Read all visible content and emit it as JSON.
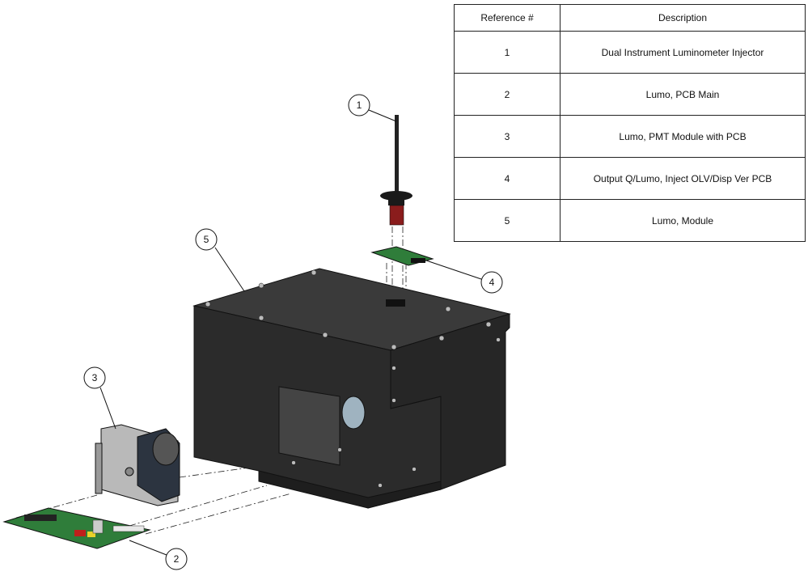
{
  "parts_table": {
    "headers": [
      "Reference #",
      "Description"
    ],
    "rows": [
      {
        "ref": "1",
        "description": "Dual Instrument Luminometer Injector"
      },
      {
        "ref": "2",
        "description": "Lumo, PCB Main"
      },
      {
        "ref": "3",
        "description": "Lumo, PMT Module with PCB"
      },
      {
        "ref": "4",
        "description": "Output Q/Lumo, Inject OLV/Disp Ver PCB"
      },
      {
        "ref": "5",
        "description": "Lumo, Module"
      }
    ]
  },
  "callouts": [
    "1",
    "2",
    "3",
    "4",
    "5"
  ],
  "colors": {
    "housing": "#2b2b2b",
    "pcb": "#2f7d3a",
    "plate": "#b9b9b9",
    "injector_tube": "#8a1c1c"
  }
}
